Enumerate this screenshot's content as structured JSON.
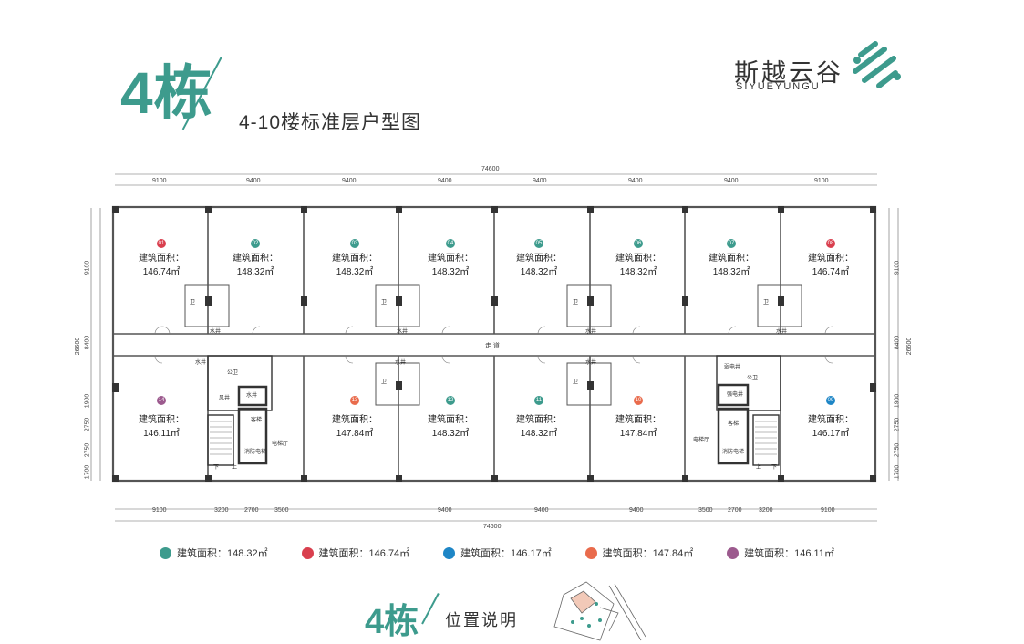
{
  "header": {
    "building": "4栋",
    "subtitle": "4-10楼标准层户型图",
    "brand_cn": "斯越云谷",
    "brand_en": "SIYUEYUNGU"
  },
  "colors": {
    "teal": "#3d9b8d",
    "red": "#d93f4e",
    "blue": "#1e86c6",
    "orange": "#e96b4c",
    "purple": "#9c5a8e"
  },
  "dimensions": {
    "total_width": "74600",
    "total_depth": "26600",
    "top_spans": [
      "9100",
      "9400",
      "9400",
      "9400",
      "9400",
      "9400",
      "9400",
      "9100"
    ],
    "bottom_spans": [
      "9100",
      "3200",
      "2700",
      "3500",
      "9400",
      "9400",
      "9400",
      "3500",
      "2700",
      "3200",
      "9100"
    ],
    "side_left": [
      "9100",
      "8400",
      "1900",
      "2750",
      "2750",
      "1700"
    ],
    "side_right": [
      "9100",
      "8400",
      "1900",
      "2750",
      "2750",
      "1700"
    ]
  },
  "units_top": [
    {
      "no": "01",
      "label": "建筑面积：",
      "area": "146.74㎡",
      "color": "red"
    },
    {
      "no": "02",
      "label": "建筑面积：",
      "area": "148.32㎡",
      "color": "teal"
    },
    {
      "no": "03",
      "label": "建筑面积：",
      "area": "148.32㎡",
      "color": "teal"
    },
    {
      "no": "04",
      "label": "建筑面积：",
      "area": "148.32㎡",
      "color": "teal"
    },
    {
      "no": "05",
      "label": "建筑面积：",
      "area": "148.32㎡",
      "color": "teal"
    },
    {
      "no": "06",
      "label": "建筑面积：",
      "area": "148.32㎡",
      "color": "teal"
    },
    {
      "no": "07",
      "label": "建筑面积：",
      "area": "148.32㎡",
      "color": "teal"
    },
    {
      "no": "08",
      "label": "建筑面积：",
      "area": "146.74㎡",
      "color": "red"
    }
  ],
  "units_bottom": [
    {
      "no": "14",
      "label": "建筑面积：",
      "area": "146.11㎡",
      "color": "purple"
    },
    {
      "no": "13",
      "label": "建筑面积：",
      "area": "147.84㎡",
      "color": "orange"
    },
    {
      "no": "12",
      "label": "建筑面积：",
      "area": "148.32㎡",
      "color": "teal"
    },
    {
      "no": "11",
      "label": "建筑面积：",
      "area": "148.32㎡",
      "color": "teal"
    },
    {
      "no": "10",
      "label": "建筑面积：",
      "area": "147.84㎡",
      "color": "orange"
    },
    {
      "no": "09",
      "label": "建筑面积：",
      "area": "146.17㎡",
      "color": "blue"
    }
  ],
  "plan_labels": {
    "corridor": "走 道",
    "toilet": "卫",
    "water_shaft": "水井",
    "public_toilet": "公卫",
    "air_shaft": "风井",
    "elevator_hall": "电梯厅",
    "fire_elevator": "消防电梯",
    "stair_up": "上",
    "stair_down": "下",
    "weak_shaft": "弱电井",
    "strong_shaft": "强电井",
    "elevator": "客梯"
  },
  "legend": [
    {
      "text": "建筑面积：148.32㎡",
      "color": "teal"
    },
    {
      "text": "建筑面积：146.74㎡",
      "color": "red"
    },
    {
      "text": "建筑面积：146.17㎡",
      "color": "blue"
    },
    {
      "text": "建筑面积：147.84㎡",
      "color": "orange"
    },
    {
      "text": "建筑面积：146.11㎡",
      "color": "purple"
    }
  ],
  "location": {
    "building": "4栋",
    "label": "位置说明"
  }
}
